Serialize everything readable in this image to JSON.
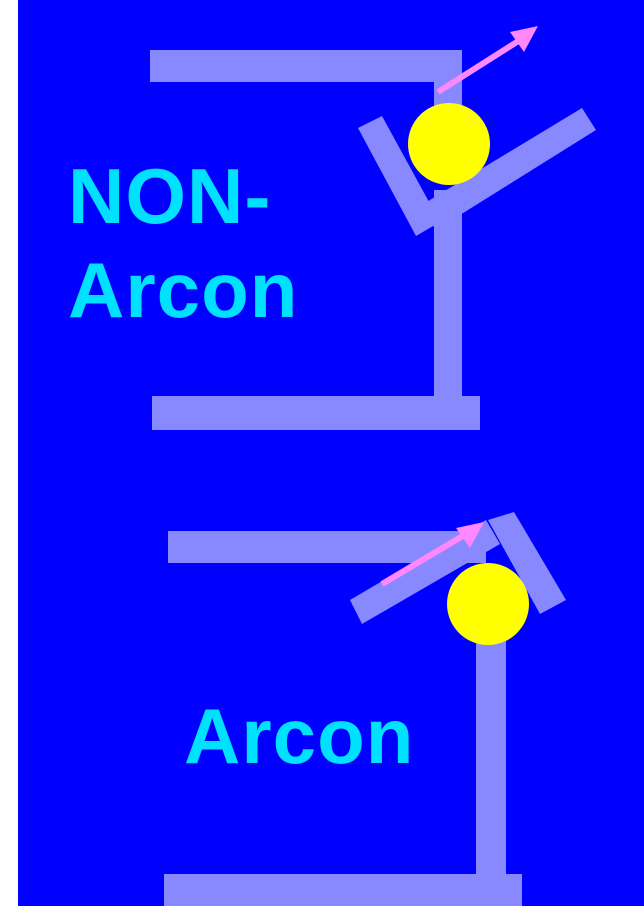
{
  "labels": {
    "non_arcon_line1": "NON-",
    "non_arcon_line2": "Arcon",
    "arcon": "Arcon"
  },
  "colors": {
    "background": "#0000ff",
    "structure": "#8888ff",
    "condyle": "#ffff00",
    "arrow": "#ff88ff",
    "text": "#00e0ff",
    "frame": "#ffffff"
  }
}
